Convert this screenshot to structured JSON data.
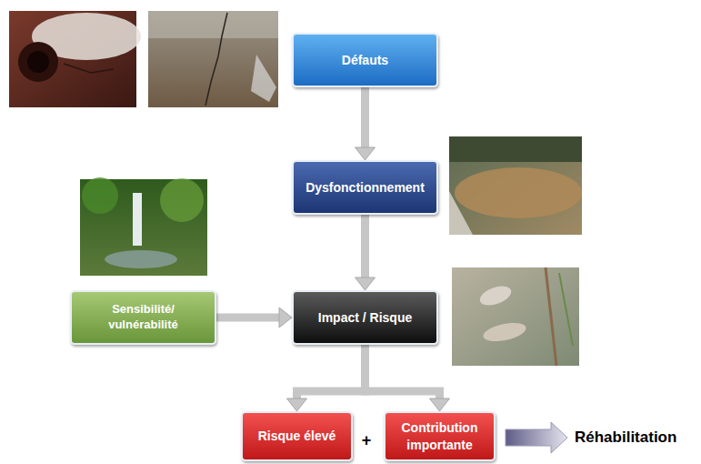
{
  "diagram": {
    "nodes": [
      {
        "text": [
          "Défauts"
        ]
      },
      {
        "text": [
          "Dysfonctionnement"
        ]
      },
      {
        "text": [
          "Sensibilité/ vulnérabilité"
        ]
      },
      {
        "text": [
          "Impact / Risque"
        ]
      },
      {
        "text": [
          "Risque élevé"
        ]
      },
      {
        "text": [
          "Contribution importante"
        ]
      }
    ],
    "edges": [
      {
        "from": 0,
        "to": 1,
        "arrow": "to"
      },
      {
        "from": 1,
        "to": 3,
        "arrow": "to"
      },
      {
        "from": 2,
        "to": 3,
        "arrow": "to"
      },
      {
        "from": 3,
        "to": 4,
        "arrow": "to"
      },
      {
        "from": 3,
        "to": 5,
        "arrow": "to"
      }
    ],
    "labels": [
      "+",
      "Réhabilitation"
    ]
  }
}
